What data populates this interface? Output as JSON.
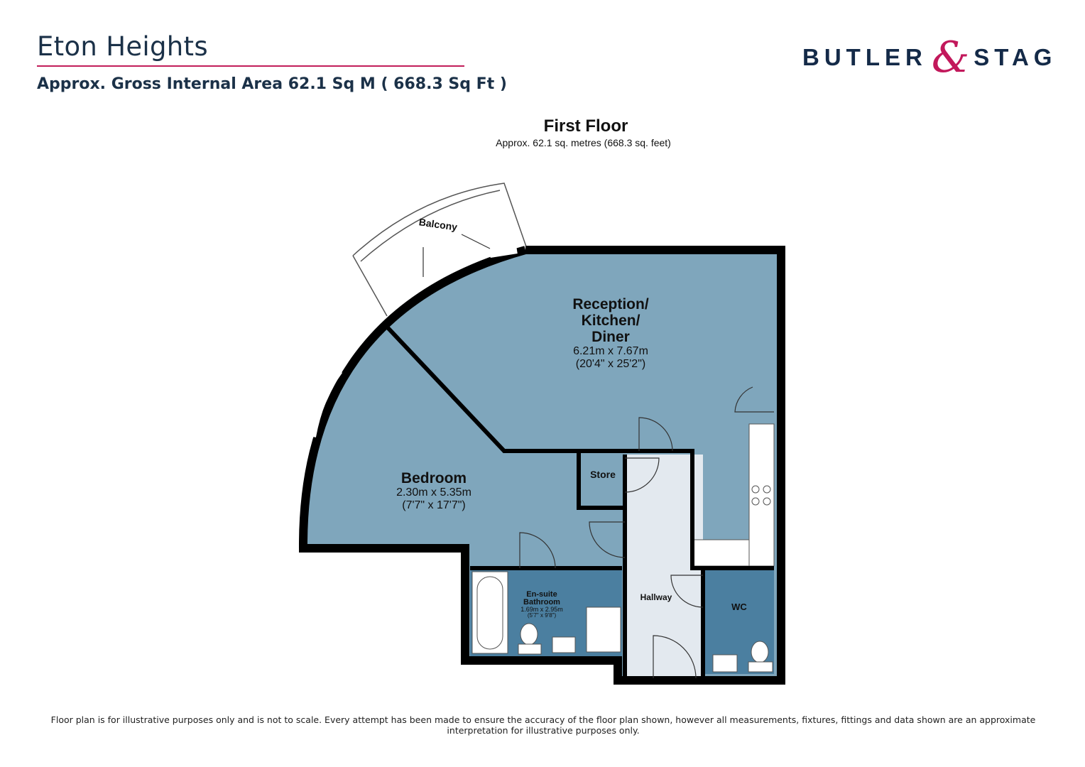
{
  "header": {
    "title": "Eton Heights",
    "area": "Approx. Gross Internal Area  62.1 Sq M ( 668.3 Sq Ft )"
  },
  "logo": {
    "left": "BUTLER",
    "amp": "&",
    "right": "STAG"
  },
  "plan": {
    "floor_title": "First Floor",
    "floor_area": "Approx. 62.1 sq. metres (668.3 sq. feet)",
    "rooms": {
      "balcony": "Balcony",
      "reception": {
        "name1": "Reception/",
        "name2": "Kitchen/",
        "name3": "Diner",
        "metric": "6.21m x 7.67m",
        "imperial": "(20'4\" x 25'2\")"
      },
      "bedroom": {
        "name": "Bedroom",
        "metric": "2.30m x 5.35m",
        "imperial": "(7'7\" x 17'7\")"
      },
      "store": "Store",
      "ensuite": {
        "name1": "En-suite",
        "name2": "Bathroom",
        "metric": "1.69m x 2.95m",
        "imperial": "(5'7\" x 9'8\")"
      },
      "hallway": "Hallway",
      "wc": "WC"
    },
    "colors": {
      "room": "#7fa6bc",
      "wet": "#4b7fa0",
      "hall": "#e3e9ef",
      "wall": "#000000"
    }
  },
  "footer": {
    "disclaimer": "Floor plan is for illustrative purposes only and is not to scale. Every attempt has been made to ensure the accuracy of the floor plan shown, however all measurements, fixtures, fittings and data shown are an approximate interpretation for illustrative purposes only."
  }
}
